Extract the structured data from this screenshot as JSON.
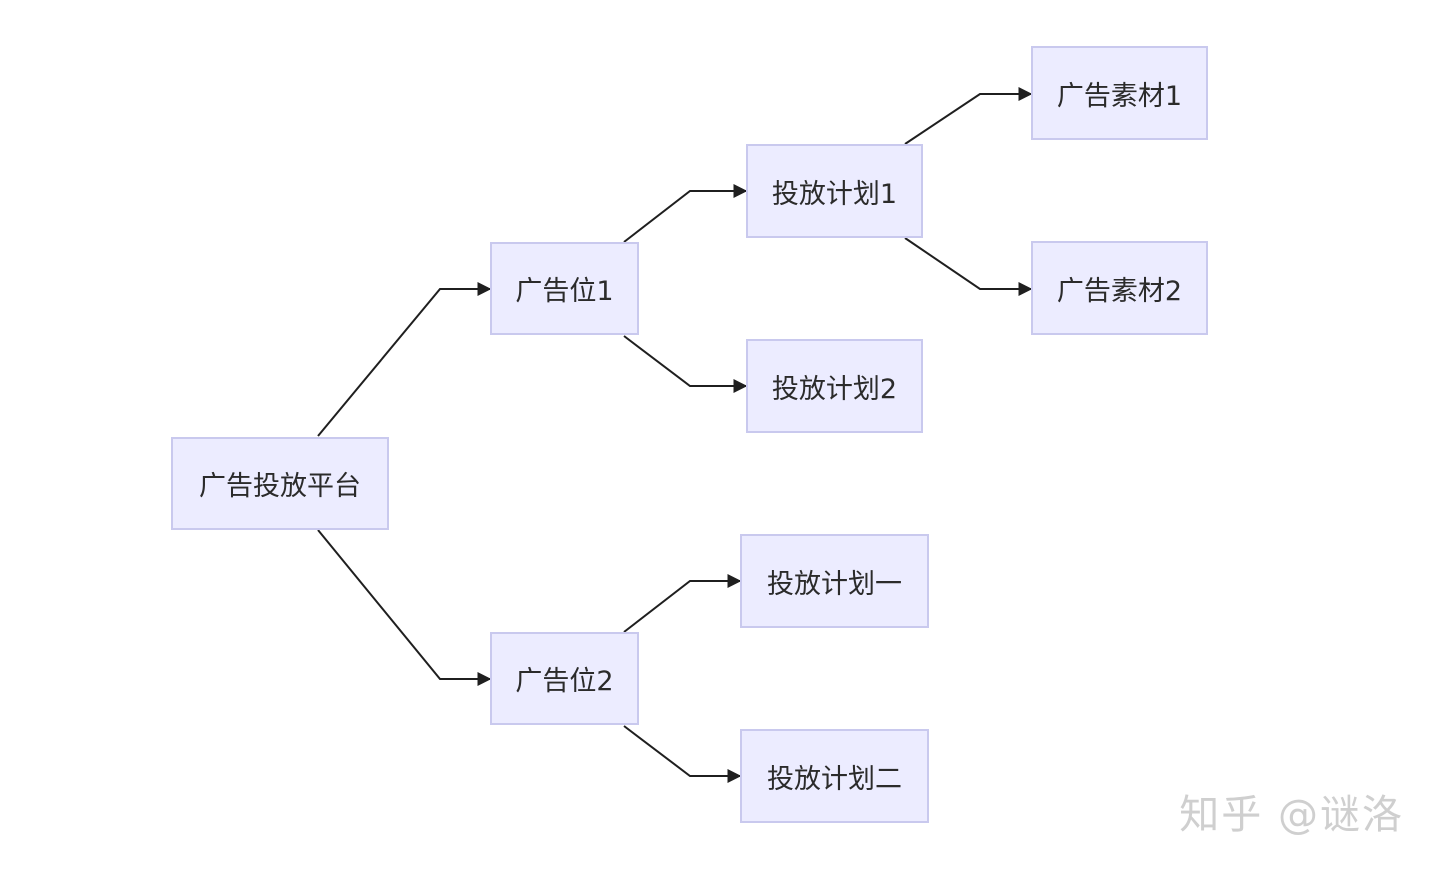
{
  "nodes": {
    "root": "广告投放平台",
    "slot1": "广告位1",
    "slot2": "广告位2",
    "plan1": "投放计划1",
    "plan2": "投放计划2",
    "plan_one": "投放计划一",
    "plan_two": "投放计划二",
    "material1": "广告素材1",
    "material2": "广告素材2"
  },
  "edges": [
    {
      "from": "root",
      "to": "slot1"
    },
    {
      "from": "root",
      "to": "slot2"
    },
    {
      "from": "slot1",
      "to": "plan1"
    },
    {
      "from": "slot1",
      "to": "plan2"
    },
    {
      "from": "plan1",
      "to": "material1"
    },
    {
      "from": "plan1",
      "to": "material2"
    },
    {
      "from": "slot2",
      "to": "plan_one"
    },
    {
      "from": "slot2",
      "to": "plan_two"
    }
  ],
  "watermark": "知乎 @谜洛",
  "colors": {
    "node_fill": "#ececff",
    "node_border": "#c9c9ee",
    "edge": "#1f1f1f",
    "text": "#2b2b2b",
    "watermark": "#cfcfcf"
  }
}
